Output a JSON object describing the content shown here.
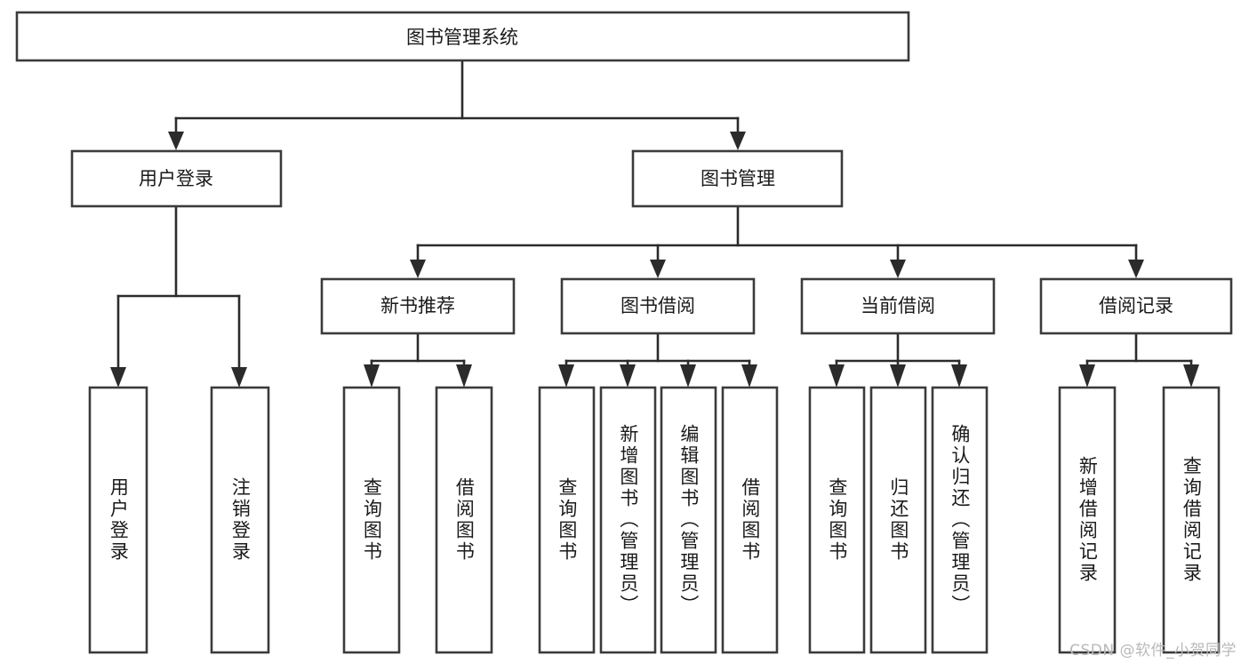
{
  "diagram": {
    "title": "图书管理系统",
    "type": "tree-hierarchy",
    "watermark": "CSDN @软件_小贺同学",
    "colors": {
      "background": "#ffffff",
      "box_stroke": "#3b3b3b",
      "connector": "#2b2b2b",
      "text": "#1a1a1a",
      "watermark": "#b9b9b9"
    },
    "levels": {
      "level1": [
        {
          "id": "root",
          "label": "图书管理系统",
          "orientation": "horizontal"
        }
      ],
      "level2": [
        {
          "id": "user-login",
          "label": "用户登录",
          "orientation": "horizontal",
          "parent": "root"
        },
        {
          "id": "book-manage",
          "label": "图书管理",
          "orientation": "horizontal",
          "parent": "root"
        }
      ],
      "level3": [
        {
          "id": "new-book-rec",
          "label": "新书推荐",
          "orientation": "horizontal",
          "parent": "book-manage"
        },
        {
          "id": "book-borrow",
          "label": "图书借阅",
          "orientation": "horizontal",
          "parent": "book-manage"
        },
        {
          "id": "current-borrow",
          "label": "当前借阅",
          "orientation": "horizontal",
          "parent": "book-manage"
        },
        {
          "id": "borrow-record",
          "label": "借阅记录",
          "orientation": "horizontal",
          "parent": "book-manage"
        }
      ],
      "level4": [
        {
          "id": "leaf-user-login",
          "label": "用户登录",
          "orientation": "vertical",
          "parent": "user-login"
        },
        {
          "id": "leaf-logout",
          "label": "注销登录",
          "orientation": "vertical",
          "parent": "user-login"
        },
        {
          "id": "leaf-query-book-1",
          "label": "查询图书",
          "orientation": "vertical",
          "parent": "new-book-rec"
        },
        {
          "id": "leaf-borrow-book-1",
          "label": "借阅图书",
          "orientation": "vertical",
          "parent": "new-book-rec"
        },
        {
          "id": "leaf-query-book-2",
          "label": "查询图书",
          "orientation": "vertical",
          "parent": "book-borrow"
        },
        {
          "id": "leaf-add-book",
          "label": "新增图书（管理员）",
          "orientation": "vertical",
          "parent": "book-borrow"
        },
        {
          "id": "leaf-edit-book",
          "label": "编辑图书（管理员）",
          "orientation": "vertical",
          "parent": "book-borrow"
        },
        {
          "id": "leaf-borrow-book-2",
          "label": "借阅图书",
          "orientation": "vertical",
          "parent": "book-borrow"
        },
        {
          "id": "leaf-query-book-3",
          "label": "查询图书",
          "orientation": "vertical",
          "parent": "current-borrow"
        },
        {
          "id": "leaf-return-book",
          "label": "归还图书",
          "orientation": "vertical",
          "parent": "current-borrow"
        },
        {
          "id": "leaf-confirm-return",
          "label": "确认归还（管理员）",
          "orientation": "vertical",
          "parent": "current-borrow"
        },
        {
          "id": "leaf-add-record",
          "label": "新增借阅记录",
          "orientation": "vertical",
          "parent": "borrow-record"
        },
        {
          "id": "leaf-query-record",
          "label": "查询借阅记录",
          "orientation": "vertical",
          "parent": "borrow-record"
        }
      ]
    }
  }
}
